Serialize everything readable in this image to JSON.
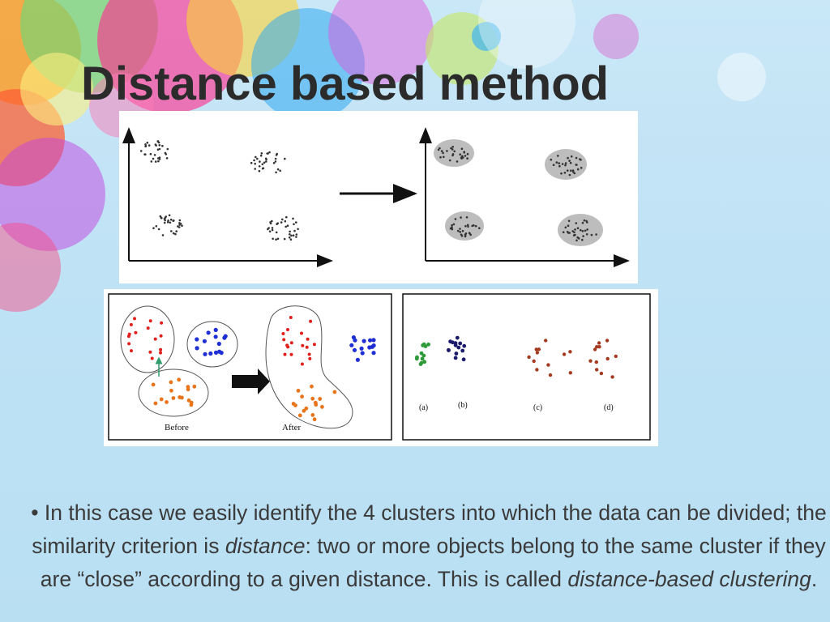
{
  "slide": {
    "title": "Distance based method",
    "figure_bottom": {
      "left_panel": {
        "before_label": "Before",
        "after_label": "After"
      },
      "right_panel": {
        "labels": [
          "(a)",
          "(b)",
          "(c)",
          "(d)"
        ]
      }
    },
    "paragraph": {
      "bullet": "•",
      "part1": " In this case we easily identify the 4 clusters into which the data can be divided; the similarity criterion is ",
      "em1": "distance",
      "part2": ": two or more objects belong to the same cluster if they are “close” according to a given distance. This is called ",
      "em2": "distance-based clustering",
      "part3": "."
    }
  },
  "colors": {
    "title": "#2b2b2b",
    "text": "#3a3a3a",
    "red": "#e0201c",
    "blue": "#1f2fd4",
    "orange": "#e8751c",
    "green": "#2f9a3a",
    "navy": "#1b1b6b",
    "brown": "#a33a1f"
  }
}
